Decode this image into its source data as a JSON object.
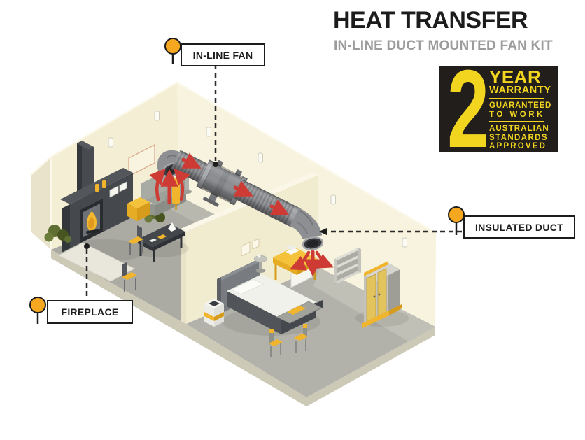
{
  "header": {
    "title": "HEAT TRANSFER",
    "subtitle": "IN-LINE DUCT MOUNTED FAN KIT"
  },
  "warranty_badge": {
    "number": "2",
    "year": "YEAR",
    "warranty": "WARRANTY",
    "guaranteed": "GUARANTEED",
    "to_work": "TO WORK",
    "australian": "AUSTRALIAN",
    "standards": "STANDARDS",
    "approved": "APPROVED"
  },
  "callouts": [
    {
      "label": "IN-LINE FAN"
    },
    {
      "label": "INSULATED DUCT"
    },
    {
      "label": "FIREPLACE"
    }
  ],
  "colors": {
    "ink": "#1C1C1C",
    "subtitle_gray": "#9C9C9C",
    "badge_bg": "#211E1B",
    "badge_yellow": "#F2D51F",
    "marker_yellow": "#F5A81F",
    "heat_arrow_red": "#CE3A34",
    "wall_cream": "#F4EFD4",
    "wall_cream_light": "#F7F3DE",
    "floor_gray": "#AFAFA7",
    "duct_gray": "#8F9194",
    "furniture_yellow": "#F0B52C",
    "fixture_dark": "#3F4347"
  }
}
